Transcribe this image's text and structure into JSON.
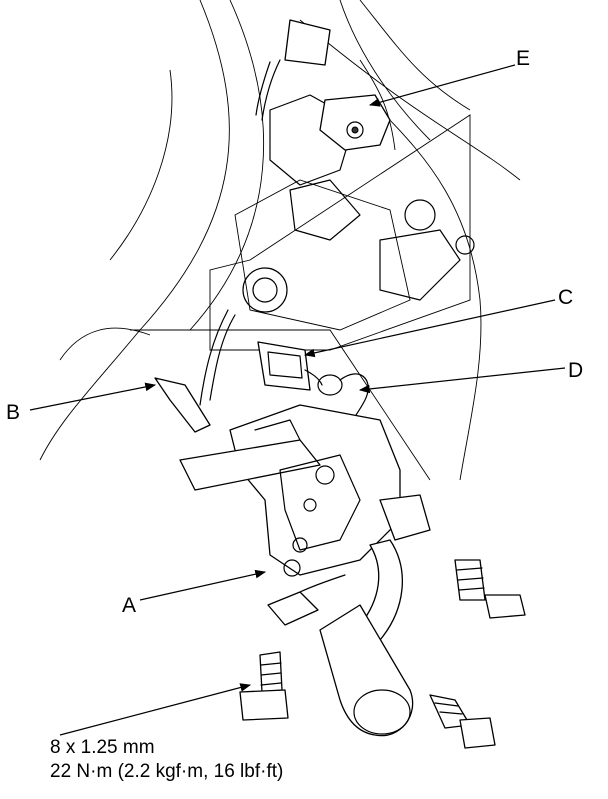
{
  "callouts": {
    "A": "A",
    "B": "B",
    "C": "C",
    "D": "D",
    "E": "E"
  },
  "spec": {
    "thread": "8 x 1.25 mm",
    "torque": "22 N·m (2.2 kgf·m, 16 lbf·ft)"
  }
}
